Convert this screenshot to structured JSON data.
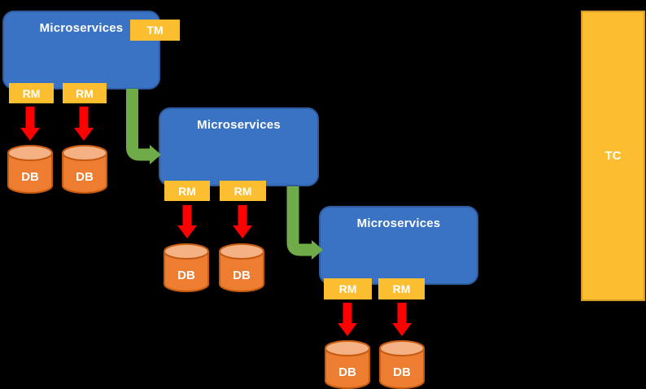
{
  "canvas": {
    "background": "#000000"
  },
  "colors": {
    "service_fill": "#3B73C4",
    "service_border": "#2F5C9E",
    "chip_fill": "#FBBE30",
    "db_fill": "#ED7D31",
    "db_top_fill": "#F4B183",
    "db_border": "#C55A11",
    "red_arrow": "#FF0000",
    "green_arrow": "#6FAC49",
    "coordinator_fill": "#FBBE30",
    "text": "#FFFFFF"
  },
  "services": [
    {
      "title": "Microservices",
      "tm": "TM",
      "rm": [
        "RM",
        "RM"
      ],
      "db": [
        "DB",
        "DB"
      ]
    },
    {
      "title": "Microservices",
      "rm": [
        "RM",
        "RM"
      ],
      "db": [
        "DB",
        "DB"
      ]
    },
    {
      "title": "Microservices",
      "rm": [
        "RM",
        "RM"
      ],
      "db": [
        "DB",
        "DB"
      ]
    }
  ],
  "coordinator": {
    "label": "TC"
  }
}
